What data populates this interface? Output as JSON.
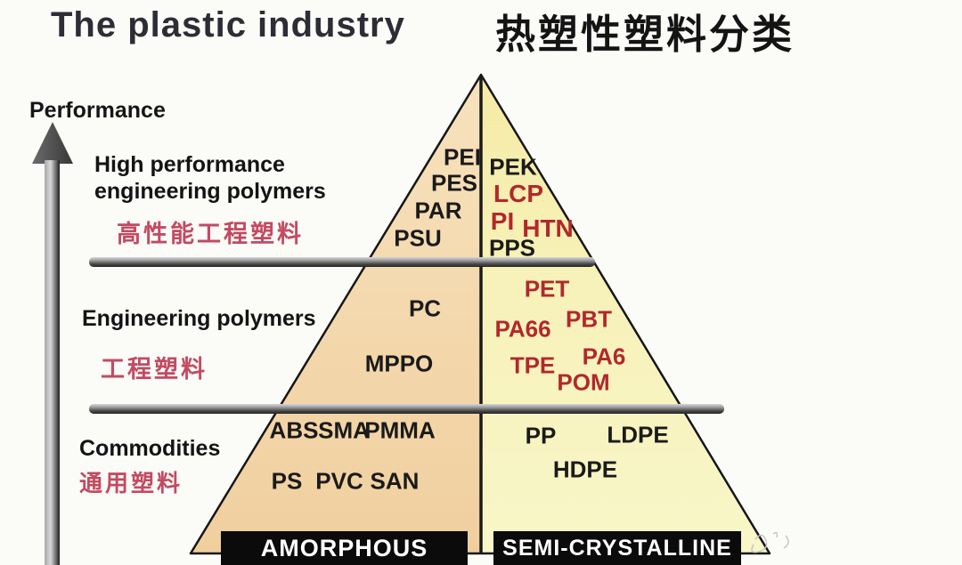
{
  "header": {
    "title_en": "The plastic industry",
    "title_zh": "热塑性塑料分类"
  },
  "performance_axis": {
    "label": "Performance"
  },
  "tiers": [
    {
      "id": "high-performance-engineering-polymers",
      "label_en_line1": "High performance",
      "label_en_line2": "engineering polymers",
      "label_zh": "高性能工程塑料",
      "amorphous": [
        {
          "label": "PEI",
          "color": "black"
        },
        {
          "label": "PES",
          "color": "black"
        },
        {
          "label": "PAR",
          "color": "black"
        },
        {
          "label": "PSU",
          "color": "black"
        }
      ],
      "semi_crystalline": [
        {
          "label": "PEK",
          "color": "black"
        },
        {
          "label": "LCP",
          "color": "red"
        },
        {
          "label": "PI",
          "color": "red"
        },
        {
          "label": "HTN",
          "color": "red"
        },
        {
          "label": "PPS",
          "color": "black"
        }
      ]
    },
    {
      "id": "engineering-polymers",
      "label_en_line1": "Engineering polymers",
      "label_zh": "工程塑料",
      "amorphous": [
        {
          "label": "PC",
          "color": "black"
        },
        {
          "label": "MPPO",
          "color": "black"
        }
      ],
      "semi_crystalline": [
        {
          "label": "PET",
          "color": "red"
        },
        {
          "label": "PA66",
          "color": "red"
        },
        {
          "label": "PBT",
          "color": "red"
        },
        {
          "label": "TPE",
          "color": "red"
        },
        {
          "label": "PA6",
          "color": "red"
        },
        {
          "label": "POM",
          "color": "red"
        }
      ]
    },
    {
      "id": "commodities",
      "label_en_line1": "Commodities",
      "label_zh": "通用塑料",
      "amorphous": [
        {
          "label": "ABS",
          "color": "black"
        },
        {
          "label": "SMA",
          "color": "black"
        },
        {
          "label": "PMMA",
          "color": "black"
        },
        {
          "label": "PS",
          "color": "black"
        },
        {
          "label": "PVC",
          "color": "black"
        },
        {
          "label": "SAN",
          "color": "black"
        }
      ],
      "semi_crystalline": [
        {
          "label": "PP",
          "color": "black"
        },
        {
          "label": "LDPE",
          "color": "black"
        },
        {
          "label": "HDPE",
          "color": "black"
        }
      ]
    }
  ],
  "pyramid": {
    "left_base_label": "AMORPHOUS",
    "right_base_label": "SEMI-CRYSTALLINE"
  },
  "colors": {
    "title-dark": "#2d2d35",
    "polymer-red": "#b2282c",
    "tier-zh-red": "#c24b62",
    "amorphous-fill": "#f2d5a8",
    "semi-crystalline-fill": "#f7f2bd",
    "bar-black": "#0b0b0b"
  }
}
